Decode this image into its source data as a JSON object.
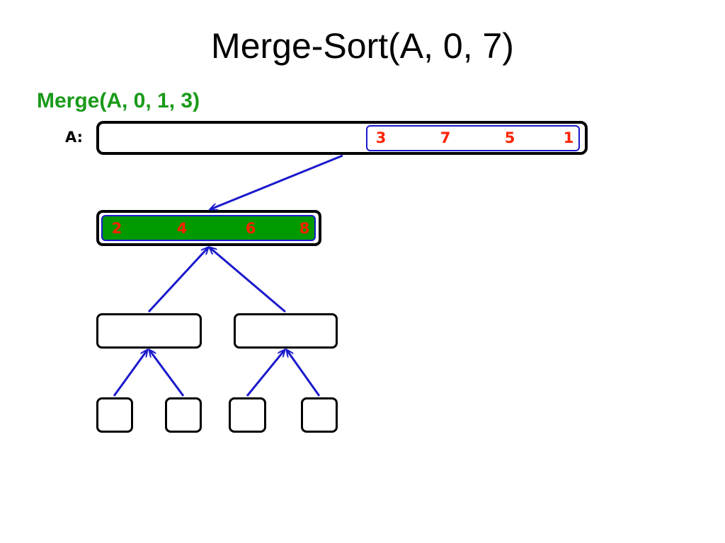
{
  "title": "Merge-Sort(A, 0, 7)",
  "subtitle": "Merge(A, 0, 1, 3)",
  "array": {
    "label": "A:",
    "visible_values": [
      "3",
      "7",
      "5",
      "1"
    ]
  },
  "merged": {
    "values": [
      "2",
      "4",
      "6",
      "8"
    ],
    "fill_color": "#009900"
  },
  "colors": {
    "title": "#000000",
    "subtitle": "#1a9a1a",
    "values": "#ff2200",
    "arrows": "#1a1acc"
  }
}
